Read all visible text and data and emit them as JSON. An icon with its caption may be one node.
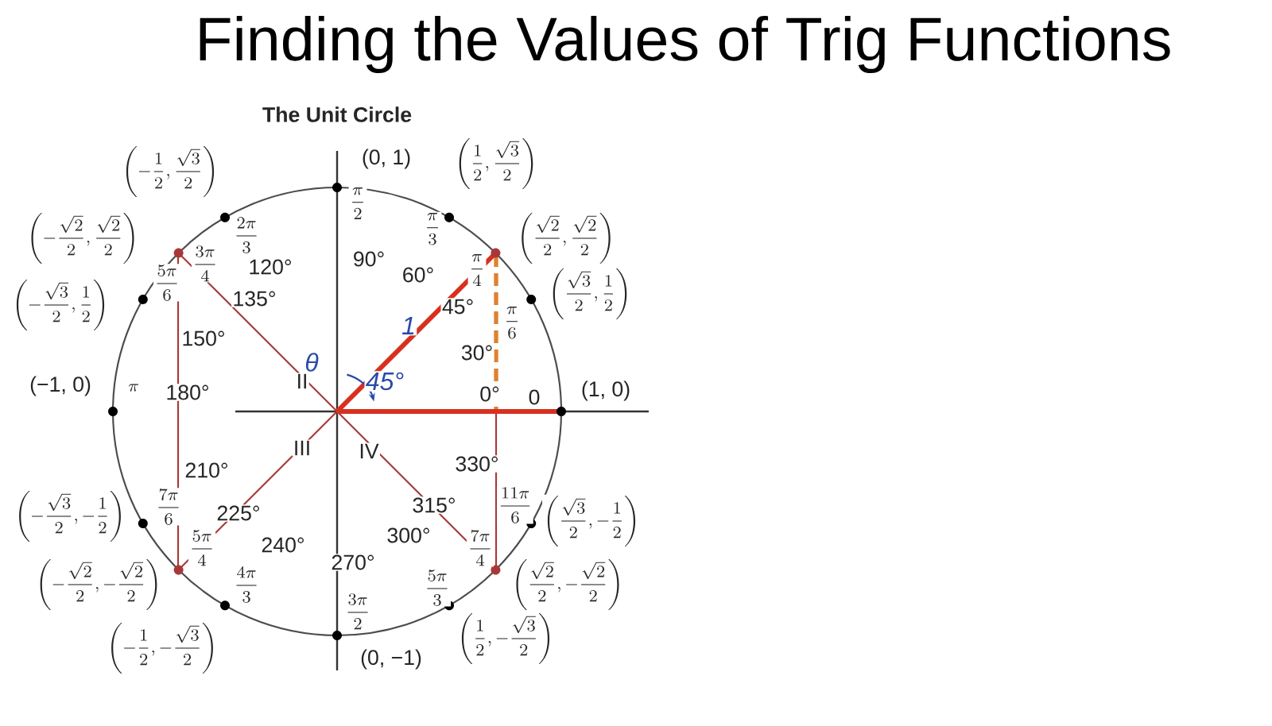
{
  "diagram": {
    "title": "Finding the Values of Trig Functions",
    "labels": [
      "The Unit Circle",
      "(0, 1)",
      "\\left(\\frac{1}{2}, \\frac{\\sqrt{3}}{2}\\right)",
      "\\left(\\frac{\\sqrt{2}}{2}, \\frac{\\sqrt{2}}{2}\\right)",
      "\\left(\\frac{\\sqrt{3}}{2}, \\frac{1}{2}\\right)",
      "(1, 0)",
      "\\left(\\frac{\\sqrt{3}}{2}, -\\frac{1}{2}\\right)",
      "\\left(\\frac{\\sqrt{2}}{2}, -\\frac{\\sqrt{2}}{2}\\right)",
      "\\left(\\frac{1}{2}, -\\frac{\\sqrt{3}}{2}\\right)",
      "(0, −1)",
      "\\left(-\\frac{1}{2}, -\\frac{\\sqrt{3}}{2}\\right)",
      "\\left(-\\frac{\\sqrt{2}}{2}, -\\frac{\\sqrt{2}}{2}\\right)",
      "\\left(-\\frac{\\sqrt{3}}{2}, -\\frac{1}{2}\\right)",
      "(−1, 0)",
      "\\left(-\\frac{\\sqrt{3}}{2}, \\frac{1}{2}\\right)",
      "\\left(-\\frac{\\sqrt{2}}{2}, \\frac{\\sqrt{2}}{2}\\right)",
      "\\left(-\\frac{1}{2}, \\frac{\\sqrt{3}}{2}\\right)",
      "\\frac{\\pi}{2}",
      "\\frac{\\pi}{3}",
      "\\frac{\\pi}{4}",
      "\\frac{\\pi}{6}",
      "0",
      "\\frac{11\\pi}{6}",
      "\\frac{7\\pi}{4}",
      "\\frac{5\\pi}{3}",
      "\\frac{3\\pi}{2}",
      "\\frac{4\\pi}{3}",
      "\\frac{5\\pi}{4}",
      "\\frac{7\\pi}{6}",
      "\\pi",
      "\\frac{5\\pi}{6}",
      "\\frac{3\\pi}{4}",
      "\\frac{2\\pi}{3}",
      "90°",
      "60°",
      "45°",
      "30°",
      "0°",
      "330°",
      "315°",
      "300°",
      "270°",
      "240°",
      "225°",
      "210°",
      "180°",
      "150°",
      "135°",
      "120°",
      "II",
      "III",
      "IV",
      "θ",
      "45°",
      "1"
    ]
  }
}
